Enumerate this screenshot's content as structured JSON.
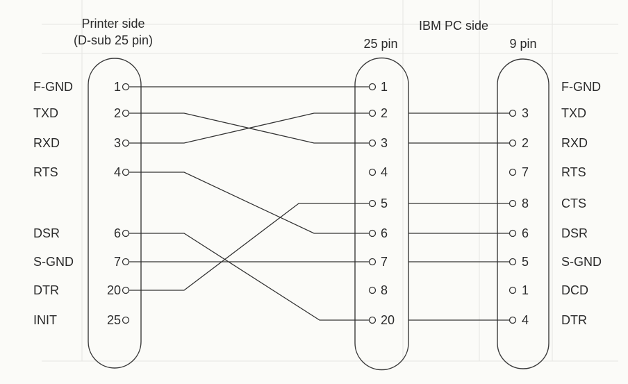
{
  "headers": {
    "printer_title": "Printer side",
    "printer_sub": "(D-sub 25 pin)",
    "pc_title": "IBM PC side",
    "pc25_sub": "25 pin",
    "pc9_sub": "9 pin"
  },
  "printer_pins": [
    {
      "signal": "F-GND",
      "pin": "1"
    },
    {
      "signal": "TXD",
      "pin": "2"
    },
    {
      "signal": "RXD",
      "pin": "3"
    },
    {
      "signal": "RTS",
      "pin": "4"
    },
    {
      "signal": "DSR",
      "pin": "6"
    },
    {
      "signal": "S-GND",
      "pin": "7"
    },
    {
      "signal": "DTR",
      "pin": "20"
    },
    {
      "signal": "INIT",
      "pin": "25"
    }
  ],
  "pc25_pins": [
    "1",
    "2",
    "3",
    "4",
    "5",
    "6",
    "7",
    "8",
    "20"
  ],
  "pc9_rows": [
    {
      "pin": null,
      "signal": "F-GND"
    },
    {
      "pin": "3",
      "signal": "TXD"
    },
    {
      "pin": "2",
      "signal": "RXD"
    },
    {
      "pin": "7",
      "signal": "RTS"
    },
    {
      "pin": "8",
      "signal": "CTS"
    },
    {
      "pin": "6",
      "signal": "DSR"
    },
    {
      "pin": "5",
      "signal": "S-GND"
    },
    {
      "pin": "1",
      "signal": "DCD"
    },
    {
      "pin": "4",
      "signal": "DTR"
    }
  ],
  "printer_to_pc25": [
    {
      "from": "1",
      "to": "1"
    },
    {
      "from": "2",
      "to": "3"
    },
    {
      "from": "3",
      "to": "2"
    },
    {
      "from": "4",
      "to": "6"
    },
    {
      "from": "6",
      "to": "20"
    },
    {
      "from": "7",
      "to": "7"
    },
    {
      "from": "20",
      "to": "5"
    }
  ],
  "pc25_to_pc9": [
    {
      "from": "2",
      "to": "3"
    },
    {
      "from": "3",
      "to": "2"
    },
    {
      "from": "5",
      "to": "8"
    },
    {
      "from": "6",
      "to": "6"
    },
    {
      "from": "7",
      "to": "5"
    },
    {
      "from": "20",
      "to": "4"
    }
  ]
}
